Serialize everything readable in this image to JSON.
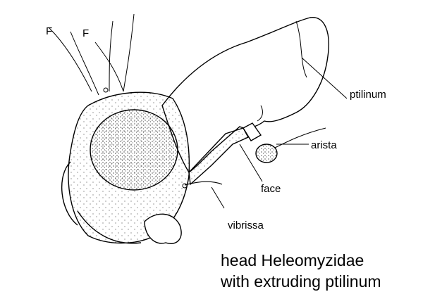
{
  "labels": {
    "f1": "F",
    "f2": "F",
    "ptilinum": "ptilinum",
    "arista": "arista",
    "face": "face",
    "vibrissa": "vibrissa"
  },
  "caption": {
    "line1": "head Heleomyzidae",
    "line2": "with extruding ptilinum"
  }
}
